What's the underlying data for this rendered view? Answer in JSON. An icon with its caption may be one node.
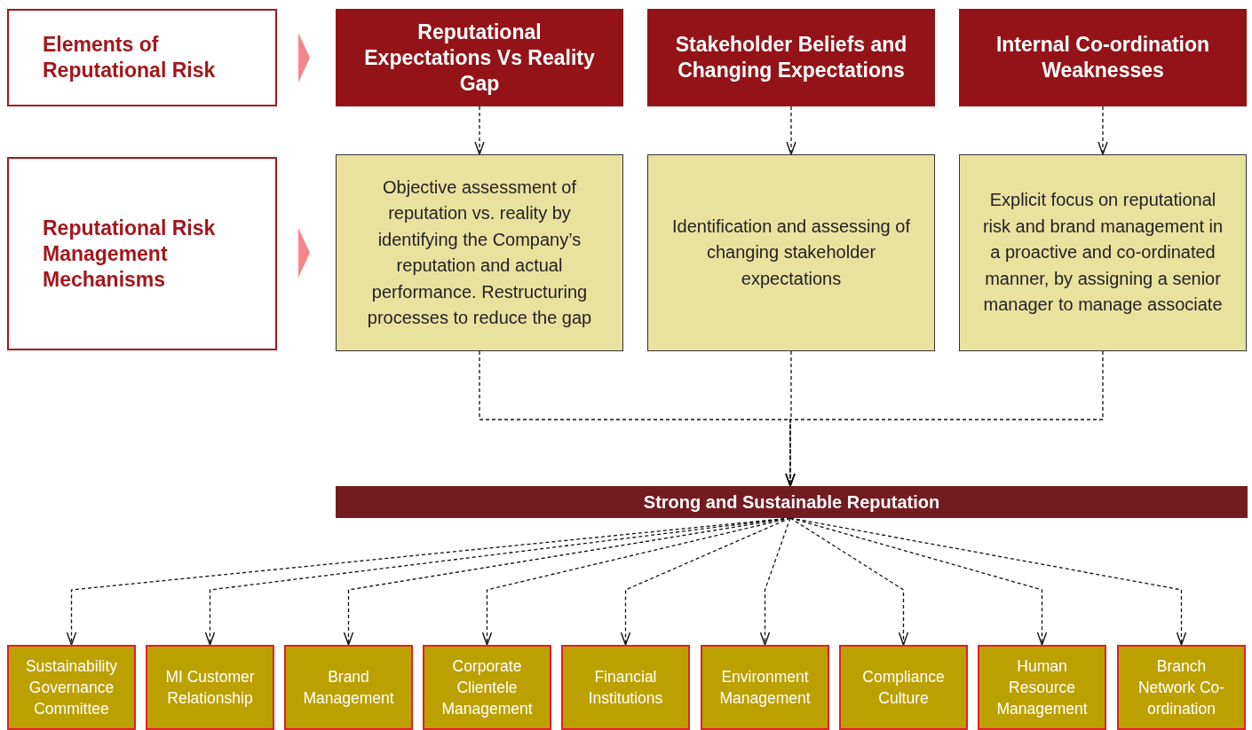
{
  "diagram": {
    "nodes": [
      {
        "text": [
          "Elements of Reputational Risk"
        ]
      },
      {
        "text": [
          "Reputational Expectations Vs Reality Gap"
        ]
      },
      {
        "text": [
          "Stakeholder Beliefs and Changing Expectations"
        ]
      },
      {
        "text": [
          "Internal Co-ordination Weaknesses"
        ]
      },
      {
        "text": [
          "Reputational Risk Management Mechanisms"
        ]
      },
      {
        "text": [
          "Objective assessment of reputation vs. reality by identifying the Company’s reputation and actual performance. Restructuring processes to reduce the gap"
        ]
      },
      {
        "text": [
          "Identification and assessing of changing stakeholder expectations"
        ]
      },
      {
        "text": [
          "Explicit focus on reputational risk and brand management in a proactive and co-ordinated manner, by assigning a senior manager to manage associate"
        ]
      },
      {
        "text": [
          "Strong and Sustainable Reputation"
        ]
      },
      {
        "text": [
          "Sustainability Governance Committee"
        ]
      },
      {
        "text": [
          "MI Customer Relationship"
        ]
      },
      {
        "text": [
          "Brand Management"
        ]
      },
      {
        "text": [
          "Corporate Clientele Management"
        ]
      },
      {
        "text": [
          "Financial Institutions"
        ]
      },
      {
        "text": [
          "Environment Management"
        ]
      },
      {
        "text": [
          "Compliance Culture"
        ]
      },
      {
        "text": [
          "Human Resource Management"
        ]
      },
      {
        "text": [
          "Branch Network Co-ordination"
        ]
      }
    ],
    "edges": [
      {
        "from": 0,
        "to": 1,
        "arrow": "to",
        "color": "#f4868a"
      },
      {
        "from": 4,
        "to": 5,
        "arrow": "to",
        "color": "#f4868a"
      },
      {
        "from": 1,
        "to": 5,
        "arrow": "to",
        "style": "dashed"
      },
      {
        "from": 2,
        "to": 6,
        "arrow": "to",
        "style": "dashed"
      },
      {
        "from": 3,
        "to": 7,
        "arrow": "to",
        "style": "dashed"
      },
      {
        "from": 5,
        "to": 8,
        "arrow": "to",
        "style": "dashed"
      },
      {
        "from": 6,
        "to": 8,
        "arrow": "to",
        "style": "dashed"
      },
      {
        "from": 7,
        "to": 8,
        "arrow": "to",
        "style": "dashed"
      },
      {
        "from": 8,
        "to": 9,
        "arrow": "to",
        "style": "dashed"
      },
      {
        "from": 8,
        "to": 10,
        "arrow": "to",
        "style": "dashed"
      },
      {
        "from": 8,
        "to": 11,
        "arrow": "to",
        "style": "dashed"
      },
      {
        "from": 8,
        "to": 12,
        "arrow": "to",
        "style": "dashed"
      },
      {
        "from": 8,
        "to": 13,
        "arrow": "to",
        "style": "dashed"
      },
      {
        "from": 8,
        "to": 14,
        "arrow": "to",
        "style": "dashed"
      },
      {
        "from": 8,
        "to": 15,
        "arrow": "to",
        "style": "dashed"
      },
      {
        "from": 8,
        "to": 16,
        "arrow": "to",
        "style": "dashed"
      },
      {
        "from": 8,
        "to": 17,
        "arrow": "to",
        "style": "dashed"
      }
    ]
  }
}
